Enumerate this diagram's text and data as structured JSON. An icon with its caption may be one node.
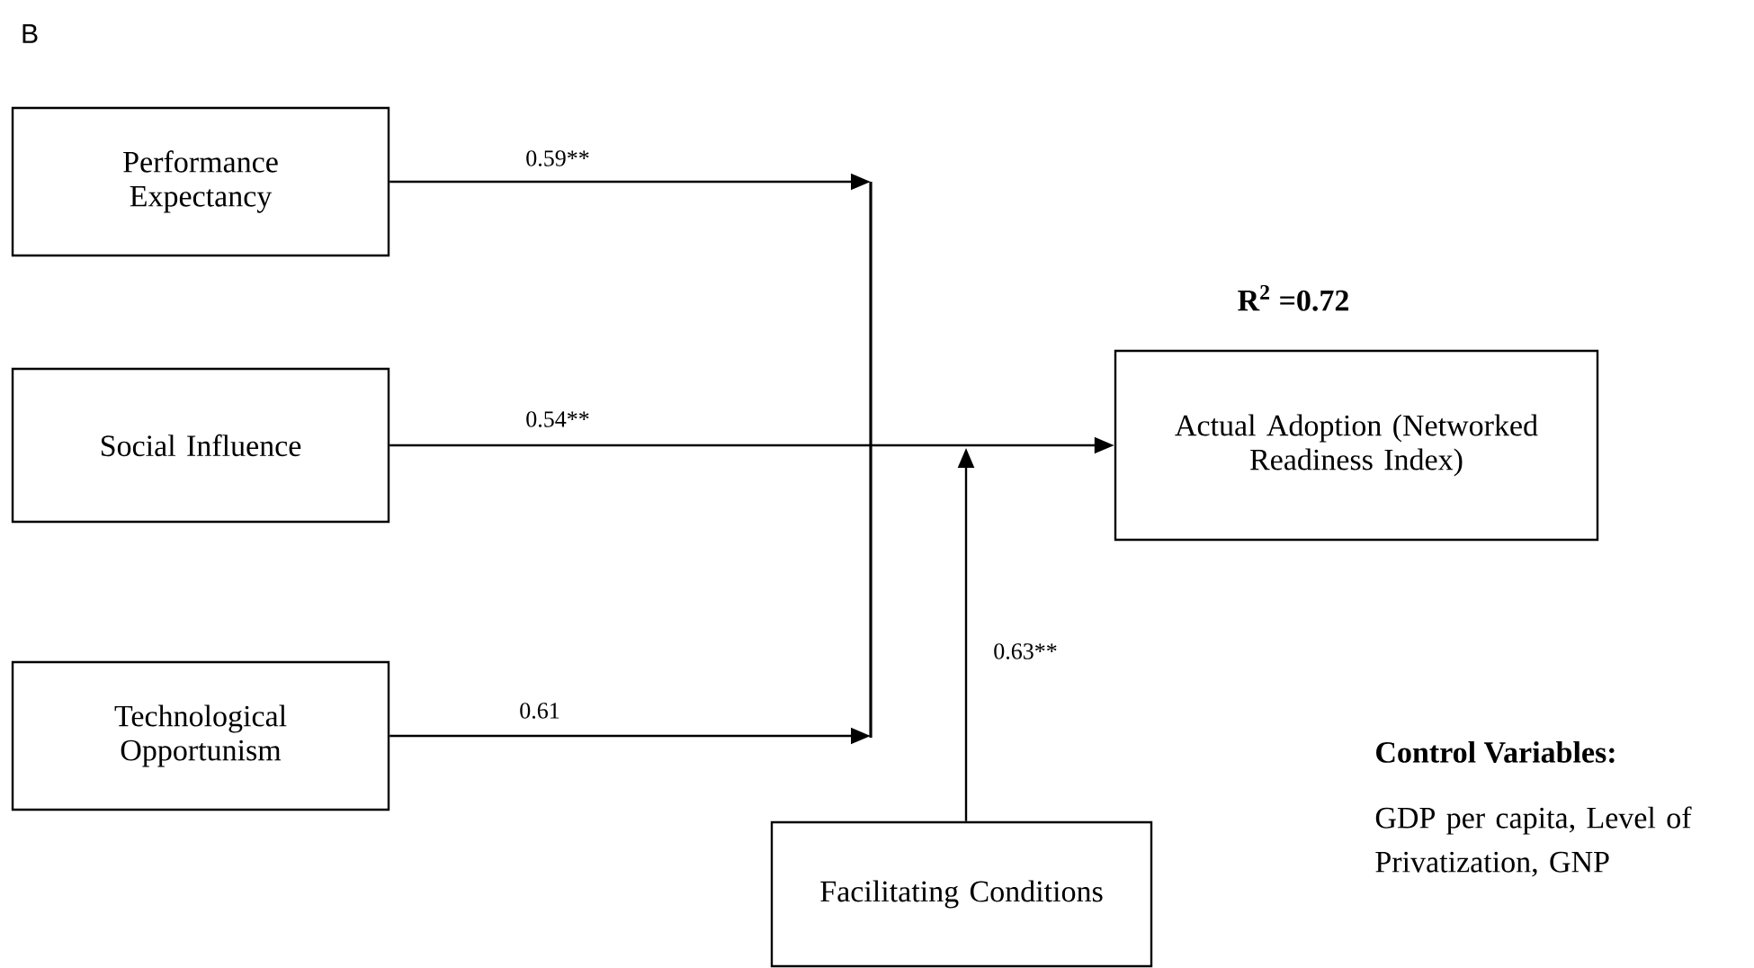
{
  "diagram": {
    "nodes": [
      {
        "text": [
          "Performance Expectancy"
        ]
      },
      {
        "text": [
          "Social Influence"
        ]
      },
      {
        "text": [
          "Technological Opportunism"
        ]
      },
      {
        "text": [],
        "shape": "bar"
      },
      {
        "text": [
          "Actual Adoption (Networked Readiness Index)"
        ],
        "beside": [
          "R$^{2}$ =0.72"
        ]
      },
      {
        "text": [
          "Facilitating Conditions"
        ]
      }
    ],
    "edges": [
      {
        "from": 0,
        "to": 3,
        "arrow": "to",
        "label": "0.59**"
      },
      {
        "from": 1,
        "to": 4,
        "arrow": "to",
        "label": "0.54**"
      },
      {
        "from": 2,
        "to": 3,
        "arrow": "to",
        "label": "0.61"
      },
      {
        "from": 5,
        "to": null,
        "arrow": "to",
        "label": "0.63**"
      }
    ],
    "labels": [
      "B",
      "Control Variables:",
      "GDP per capita, Level of Privatization, GNP"
    ]
  }
}
